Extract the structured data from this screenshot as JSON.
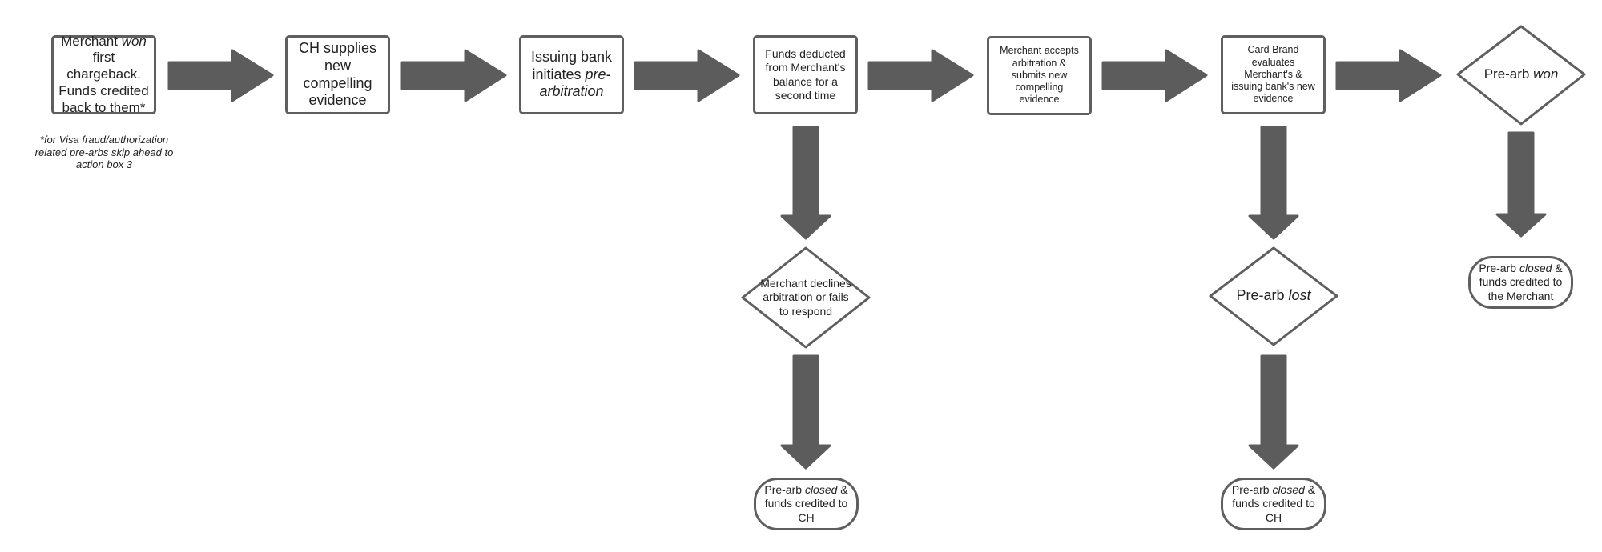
{
  "flow": {
    "box1": {
      "pre": "Merchant ",
      "em": "won",
      "post": " first chargeback. Funds credited back to them*"
    },
    "box2": {
      "text": "CH supplies new compelling evidence"
    },
    "box3": {
      "pre": "Issuing bank initiates ",
      "em": "pre-arbitration",
      "post": ""
    },
    "box4": {
      "text": "Funds deducted from Merchant's balance for a second time"
    },
    "box5": {
      "text": "Merchant accepts arbitration & submits new compelling evidence"
    },
    "box6": {
      "text": "Card Brand evaluates Merchant's & issuing bank's new evidence"
    },
    "decision_won": {
      "pre": "Pre-arb ",
      "em": "won",
      "post": ""
    },
    "decision_declines": {
      "text": "Merchant declines arbitration or fails to respond"
    },
    "decision_lost": {
      "pre": "Pre-arb ",
      "em": "lost",
      "post": ""
    },
    "terminal_declines": {
      "pre": "Pre-arb ",
      "em": "closed",
      "post": " & funds credited to CH"
    },
    "terminal_lost": {
      "pre": "Pre-arb ",
      "em": "closed",
      "post": " & funds credited to CH"
    },
    "terminal_won": {
      "pre": "Pre-arb ",
      "em": "closed",
      "post": " & funds credited to the Merchant"
    },
    "footnote": "*for Visa fraud/authorization related pre-arbs skip ahead to action box 3"
  },
  "colors": {
    "arrow_fill": "#5c5c5c",
    "node_border": "#5f5f5f",
    "text": "#222222",
    "background": "#ffffff"
  }
}
